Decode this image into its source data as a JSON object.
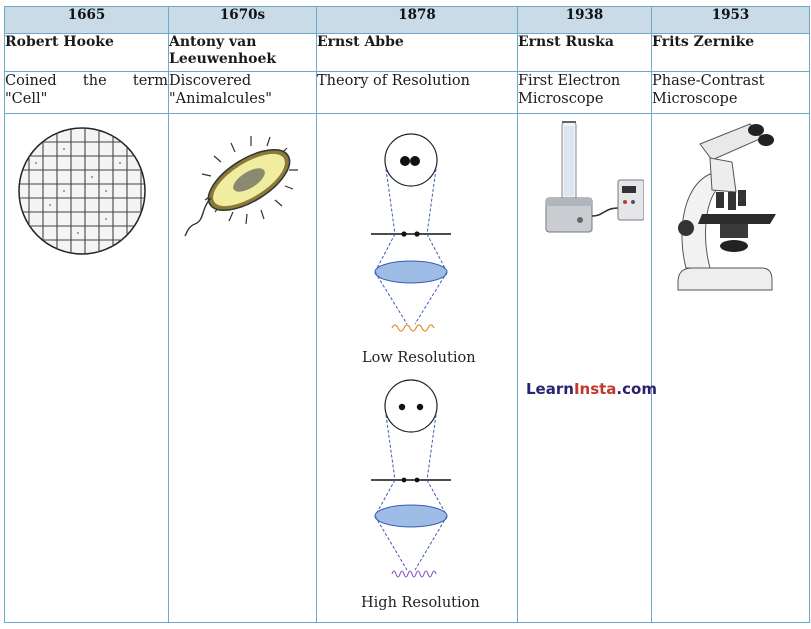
{
  "columns": [
    {
      "year": "1665",
      "name": "Robert Hooke",
      "desc_words": [
        "Coined",
        "the",
        "term"
      ],
      "desc_line2": "\"Cell\""
    },
    {
      "year": "1670s",
      "name": "Antony van Leeuwenhoek",
      "desc": "Discovered \"Animalcules\""
    },
    {
      "year": "1878",
      "name": "Ernst Abbe",
      "desc": "Theory of Resolution",
      "cap_low": "Low Resolution",
      "cap_high": "High Resolution"
    },
    {
      "year": "1938",
      "name": "Ernst Ruska",
      "desc": "First Electron Microscope",
      "logo_a": "Learn",
      "logo_b": "Insta",
      "logo_c": ".com"
    },
    {
      "year": "1953",
      "name": "Frits Zernike",
      "desc": "Phase-Contrast Microscope"
    }
  ],
  "colors": {
    "border": "#6fa8c9",
    "header_bg": "#c9dbe7",
    "logo_blue": "#2a2370",
    "logo_red": "#c0392b"
  }
}
